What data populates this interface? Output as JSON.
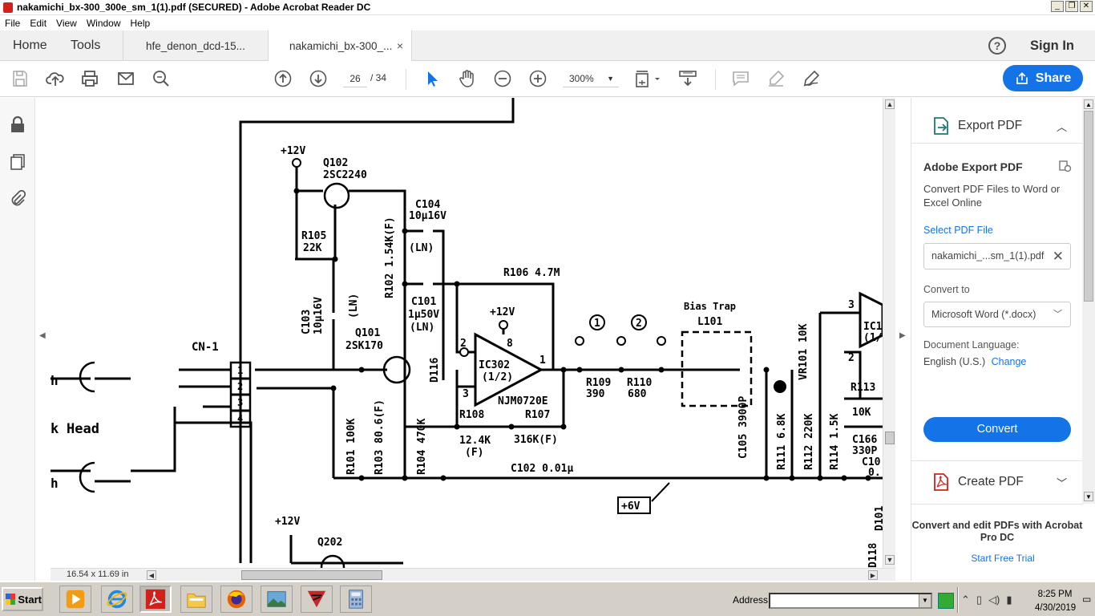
{
  "window": {
    "title": "nakamichi_bx-300_300e_sm_1(1).pdf (SECURED) - Adobe Acrobat Reader DC",
    "controls": [
      "_",
      "❐",
      "✕"
    ]
  },
  "menu": [
    "File",
    "Edit",
    "View",
    "Window",
    "Help"
  ],
  "tabs": {
    "home": "Home",
    "tools": "Tools",
    "doc1": "hfe_denon_dcd-15...",
    "doc2": "nakamichi_bx-300_...",
    "close": "×",
    "help": "?",
    "sign_in": "Sign In"
  },
  "toolbar": {
    "page_current": "26",
    "page_total": "/ 34",
    "zoom": "300%",
    "share": "Share"
  },
  "status": {
    "page_size": "16.54 x 11.69 in"
  },
  "right_panel": {
    "export_label": "Export PDF",
    "title": "Adobe Export PDF",
    "description": "Convert PDF Files to Word or Excel Online",
    "select_file": "Select PDF File",
    "file_name": "nakamichi_...sm_1(1).pdf",
    "convert_to_label": "Convert to",
    "convert_to_value": "Microsoft Word (*.docx)",
    "doc_language_label": "Document Language:",
    "doc_language_value": "English (U.S.)",
    "change": "Change",
    "convert_button": "Convert",
    "create_pdf": "Create PDF",
    "promo": "Convert and edit PDFs with Acrobat Pro DC",
    "trial": "Start Free Trial"
  },
  "schematic": {
    "labels": {
      "p12v_top": "+12V",
      "q102": "Q102",
      "q102_part": "2SC2240",
      "c104": "C104",
      "c104_val": "10μ16V",
      "ln1": "(LN)",
      "r105": "R105",
      "r105_val": "22K",
      "r102": "R102 1.54K(F)",
      "r106": "R106 4.7M",
      "c101": "C101",
      "c101_val": "1μ50V",
      "ln2": "(LN)",
      "c103": "C103",
      "c103_val": "10μ16V",
      "ln3": "(LN)",
      "q101": "Q101",
      "q101_part": "2SK170",
      "p12v_ic": "+12V",
      "pin8": "8",
      "pin2": "2",
      "pin3": "3",
      "pin1": "1",
      "ic302": "IC302",
      "ic302_half": "(1/2)",
      "njm": "NJM0720E",
      "d116": "D116",
      "tp1": "1",
      "tp2": "2",
      "r109": "R109",
      "r109_val": "390",
      "r110": "R110",
      "r110_val": "680",
      "bias_trap": "Bias Trap",
      "l101": "L101",
      "cn1": "CN-1",
      "cn1_pins": [
        "1",
        "2",
        "3",
        "4"
      ],
      "head": "Head",
      "h1": "h",
      "k": "k",
      "h2": "h",
      "r108": "R108",
      "r108_val": "12.4K",
      "r108_f": "(F)",
      "r107": "R107",
      "r107_val": "316K(F)",
      "c102": "C102 0.01μ",
      "r101": "R101 100K",
      "r103": "R103 80.6(F)",
      "r104": "R104 470K",
      "c105": "C105 3900P",
      "r111": "R111 6.8K",
      "vr101": "VR101 10K",
      "r112": "R112 220K",
      "r114": "R114 1.5K",
      "r113": "R113",
      "r113_val": "10K",
      "c106": "C166",
      "c106_val": "330P",
      "c10x": "C10",
      "c10x_val": "0.",
      "ic_right": "IC1",
      "ic_right_half": "(1/2",
      "pin3r": "3",
      "pin2r": "2",
      "p6v": "+6V",
      "p12v_bottom": "+12V",
      "q202": "Q202",
      "d101": "D101",
      "d118": "D118"
    }
  },
  "taskbar": {
    "start": "Start",
    "address_label": "Address",
    "address_value": "",
    "time": "8:25 PM",
    "date": "4/30/2019"
  },
  "colors": {
    "accent": "#1473e6",
    "acrobat_red": "#d2201a"
  }
}
